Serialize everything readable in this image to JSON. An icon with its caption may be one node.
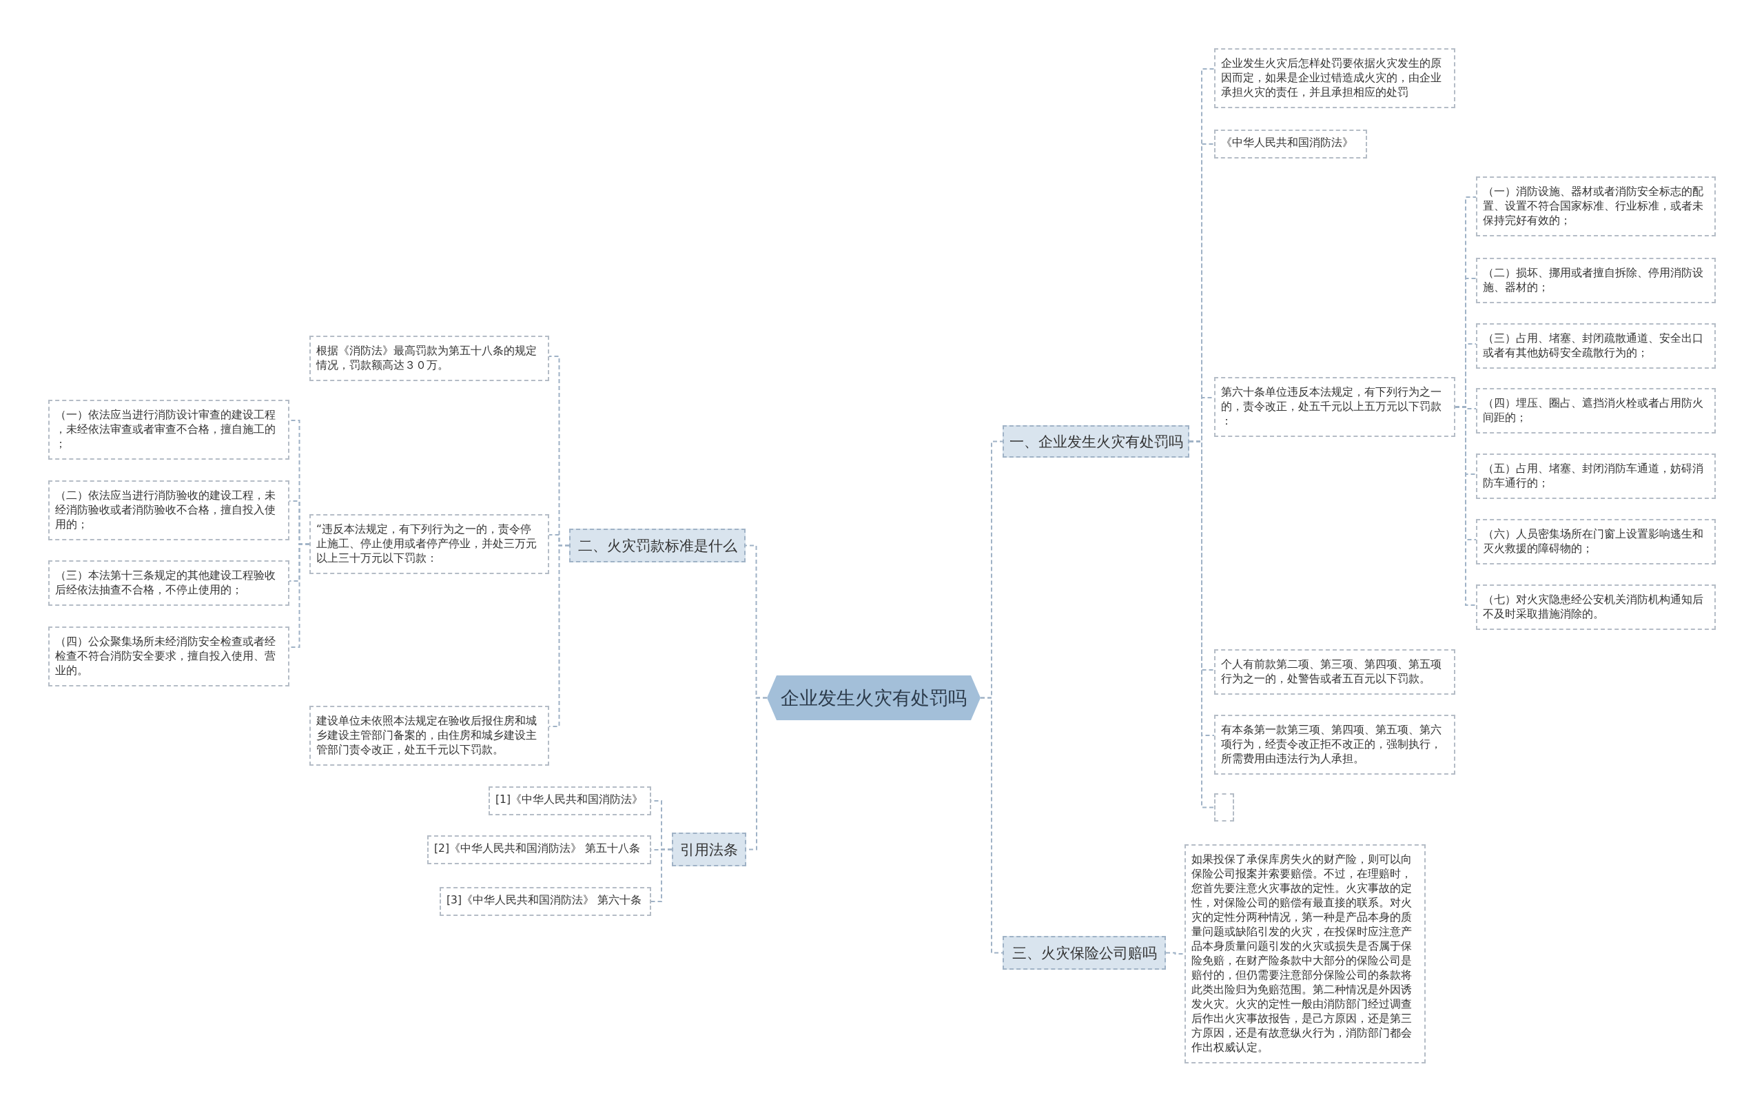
{
  "diagram": {
    "nodes": [
      {
        "text": [
          "企业发生火灾有处罚吗"
        ]
      },
      {
        "text": [
          "一、企业发生火灾有处罚吗"
        ]
      },
      {
        "text": [
          "企业发生火灾后怎样处罚要依据火灾发生的原因而定，如果是企业过错造成火灾的，由企业承担火灾的责任，并且承担相应的处罚"
        ]
      },
      {
        "text": [
          "《中华人民共和国消防法》"
        ]
      },
      {
        "text": [
          "第六十条单位违反本法规定，有下列行为之一的，责令改正，处五千元以上五万元以下罚款："
        ]
      },
      {
        "text": [
          "（一）消防设施、器材或者消防安全标志的配置、设置不符合国家标准、行业标准，或者未保持完好有效的；"
        ]
      },
      {
        "text": [
          "（二）损坏、挪用或者擅自拆除、停用消防设施、器材的；"
        ]
      },
      {
        "text": [
          "（三）占用、堵塞、封闭疏散通道、安全出口或者有其他妨碍安全疏散行为的；"
        ]
      },
      {
        "text": [
          "（四）埋压、圈占、遮挡消火栓或者占用防火间距的；"
        ]
      },
      {
        "text": [
          "（五）占用、堵塞、封闭消防车通道，妨碍消防车通行的；"
        ]
      },
      {
        "text": [
          "（六）人员密集场所在门窗上设置影响逃生和灭火救援的障碍物的；"
        ]
      },
      {
        "text": [
          "（七）对火灾隐患经公安机关消防机构通知后不及时采取措施消除的。"
        ]
      },
      {
        "text": [
          "个人有前款第二项、第三项、第四项、第五项行为之一的，处警告或者五百元以下罚款。"
        ]
      },
      {
        "text": [
          "有本条第一款第三项、第四项、第五项、第六项行为，经责令改正拒不改正的，强制执行，所需费用由违法行为人承担。"
        ]
      },
      {
        "text": [],
        "shape": "box"
      },
      {
        "text": [
          "二、火灾罚款标准是什么"
        ]
      },
      {
        "text": [
          "根据《消防法》最高罚款为第五十八条的规定情况，罚款额高达３０万。"
        ]
      },
      {
        "text": [
          "“违反本法规定，有下列行为之一的，责令停止施工、停止使用或者停产停业，并处三万元以上三十万元以下罚款："
        ]
      },
      {
        "text": [
          "（一）依法应当进行消防设计审查的建设工程，未经依法审查或者审查不合格，擅自施工的；"
        ]
      },
      {
        "text": [
          "（二）依法应当进行消防验收的建设工程，未经消防验收或者消防验收不合格，擅自投入使用的；"
        ]
      },
      {
        "text": [
          "（三）本法第十三条规定的其他建设工程验收后经依法抽查不合格，不停止使用的；"
        ]
      },
      {
        "text": [
          "（四）公众聚集场所未经消防安全检查或者经检查不符合消防安全要求，擅自投入使用、营业的。"
        ]
      },
      {
        "text": [
          "建设单位未依照本法规定在验收后报住房和城乡建设主管部门备案的，由住房和城乡建设主管部门责令改正，处五千元以下罚款。"
        ]
      },
      {
        "text": [
          "引用法条"
        ]
      },
      {
        "text": [
          "[1]《中华人民共和国消防法》"
        ]
      },
      {
        "text": [
          "[2]《中华人民共和国消防法》 第五十八条"
        ]
      },
      {
        "text": [
          "[3]《中华人民共和国消防法》 第六十条"
        ]
      },
      {
        "text": [
          "三、火灾保险公司赔吗"
        ]
      },
      {
        "text": [
          "如果投保了承保库房失火的财产险，则可以向保险公司报案并索要赔偿。不过，在理赔时，您首先要注意火灾事故的定性。火灾事故的定性，对保险公司的赔偿有最直接的联系。对火灾的定性分两种情况，第一种是产品本身的质量问题或缺陷引发的火灾，在投保时应注意产品本身质量问题引发的火灾或损失是否属于保险免赔，在财产险条款中大部分的保险公司是赔付的，但仍需要注意部分保险公司的条款将此类出险归为免赔范围。第二种情况是外因诱发火灾。火灾的定性一般由消防部门经过调查后作出火灾事故报告，是己方原因，还是第三方原因，还是有故意纵火行为，消防部门都会作出权威认定。"
        ]
      }
    ],
    "edges": [
      {
        "from": 0,
        "to": 1,
        "arrow": "none"
      },
      {
        "from": 1,
        "to": 2,
        "arrow": "none"
      },
      {
        "from": 1,
        "to": 3,
        "arrow": "none"
      },
      {
        "from": 1,
        "to": 4,
        "arrow": "none"
      },
      {
        "from": 4,
        "to": 5,
        "arrow": "none"
      },
      {
        "from": 4,
        "to": 6,
        "arrow": "none"
      },
      {
        "from": 4,
        "to": 7,
        "arrow": "none"
      },
      {
        "from": 4,
        "to": 8,
        "arrow": "none"
      },
      {
        "from": 4,
        "to": 9,
        "arrow": "none"
      },
      {
        "from": 4,
        "to": 10,
        "arrow": "none"
      },
      {
        "from": 4,
        "to": 11,
        "arrow": "none"
      },
      {
        "from": 1,
        "to": 12,
        "arrow": "none"
      },
      {
        "from": 1,
        "to": 13,
        "arrow": "none"
      },
      {
        "from": 1,
        "to": 14,
        "arrow": "none"
      },
      {
        "from": 0,
        "to": 15,
        "arrow": "none"
      },
      {
        "from": 15,
        "to": 16,
        "arrow": "none"
      },
      {
        "from": 15,
        "to": 17,
        "arrow": "none"
      },
      {
        "from": 17,
        "to": 18,
        "arrow": "none"
      },
      {
        "from": 17,
        "to": 19,
        "arrow": "none"
      },
      {
        "from": 17,
        "to": 20,
        "arrow": "none"
      },
      {
        "from": 17,
        "to": 21,
        "arrow": "none"
      },
      {
        "from": 15,
        "to": 22,
        "arrow": "none"
      },
      {
        "from": 0,
        "to": 23,
        "arrow": "none"
      },
      {
        "from": 23,
        "to": 24,
        "arrow": "none"
      },
      {
        "from": 23,
        "to": 25,
        "arrow": "none"
      },
      {
        "from": 23,
        "to": 26,
        "arrow": "none"
      },
      {
        "from": 0,
        "to": 27,
        "arrow": "none"
      },
      {
        "from": 27,
        "to": 28,
        "arrow": "none"
      }
    ]
  }
}
